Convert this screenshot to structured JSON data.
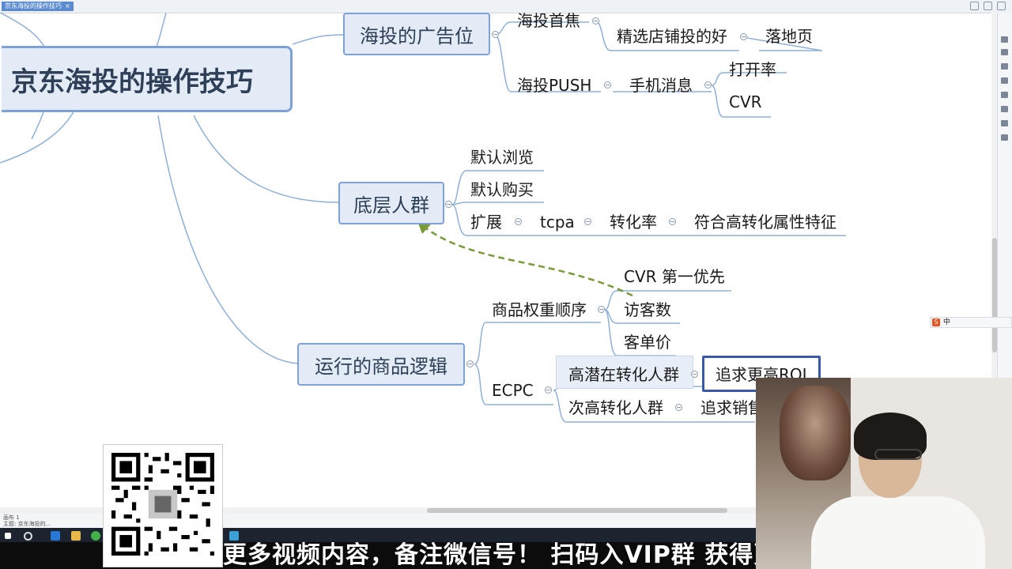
{
  "window": {
    "tab_title": "京东海投的操作技巧",
    "tab_close": "×"
  },
  "mindmap": {
    "root": "京东海投的操作技巧",
    "branches": {
      "ad_slots": {
        "label": "海投的广告位",
        "focus": "海投首焦",
        "focus_child": "精选店铺投的好",
        "landing": "落地页",
        "push": "海投PUSH",
        "mobile_msg": "手机消息",
        "open_rate": "打开率",
        "cvr": "CVR"
      },
      "base_audience": {
        "label": "底层人群",
        "default_browse": "默认浏览",
        "default_buy": "默认购买",
        "expand": "扩展",
        "tcpa": "tcpa",
        "conversion_rate": "转化率",
        "match_feature": "符合高转化属性特征"
      },
      "product_logic": {
        "label": "运行的商品逻辑",
        "weight_order": "商品权重顺序",
        "cvr_first": "CVR 第一优先",
        "visitors": "访客数",
        "avg_order": "客单价",
        "ecpc": "ECPC",
        "high_potential": "高潜在转化人群",
        "pursue_roi": "追求更高ROI",
        "second_high": "次高转化人群",
        "pursue_sales": "追求销售"
      }
    }
  },
  "statusbar": {
    "line1": "画布 1",
    "line2": "主题: 京东海投的..."
  },
  "banner": {
    "text": "更多视频内容，备注微信号！ 扫码入VIP群 获得更"
  },
  "ime": {
    "logo": "S",
    "mode": "中"
  },
  "colors": {
    "topic_fill": "#e3ebf6",
    "topic_border": "#7fa2d6",
    "line": "#8fb0d9",
    "relation_arrow": "#7a9a3a",
    "selection": "#3a59a8"
  }
}
